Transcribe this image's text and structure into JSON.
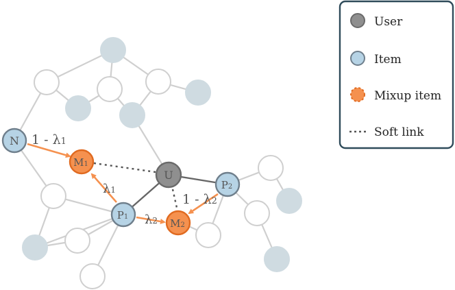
{
  "colors": {
    "user": "#8f8f8f",
    "user_stroke": "#6a6a6a",
    "item": "#b6d3e5",
    "item_stroke": "#6f7f8c",
    "mixup": "#f5914f",
    "mixup_stroke": "#e06a20",
    "background_node_fill": "#ffffff",
    "background_node_stroke": "#cfcfcf",
    "faded_item": "#cfdbe1",
    "faded_edge": "#cfcfcf",
    "strong_edge": "#666666",
    "arrow": "#f5914f",
    "legend_border": "#2f4b5a"
  },
  "nodes": {
    "n": {
      "label": "N"
    },
    "u": {
      "label": "U"
    },
    "p1": {
      "label": "P",
      "sub": "1"
    },
    "p2": {
      "label": "P",
      "sub": "2"
    },
    "m1": {
      "label": "M",
      "sub": "1"
    },
    "m2": {
      "label": "M",
      "sub": "2"
    }
  },
  "edge_labels": {
    "n_m1": "1 - λ",
    "n_m1_sub": "1",
    "p1_m1": "λ",
    "p1_m1_sub": "1",
    "p1_m2": "λ",
    "p1_m2_sub": "2",
    "p2_m2": "1 - λ",
    "p2_m2_sub": "2"
  },
  "legend": {
    "user": "User",
    "item": "Item",
    "mixup": "Mixup item",
    "soft_link": "Soft link"
  }
}
